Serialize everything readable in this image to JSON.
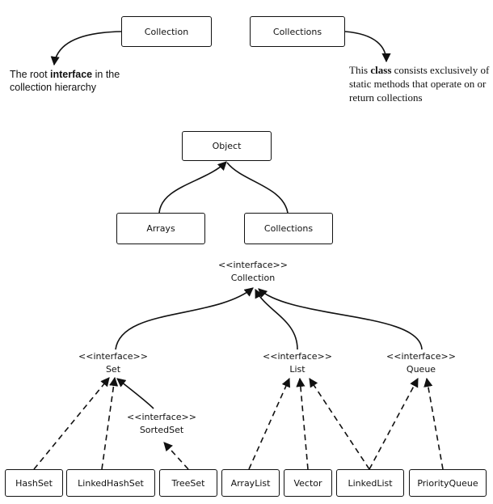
{
  "top": {
    "collection_box": "Collection",
    "collections_box": "Collections",
    "collection_note": {
      "pre": "The root ",
      "bold": "interface",
      "post": " in the collection hierarchy"
    },
    "collections_note": {
      "pre": "This ",
      "bold": "class",
      "post": " consists exclusively of static methods that operate on or return collections"
    }
  },
  "object_tree": {
    "object": "Object",
    "arrays": "Arrays",
    "collections": "Collections"
  },
  "hierarchy": {
    "stereotype": "««interface»»",
    "root": {
      "stereotype": "<<interface>>",
      "name": "Collection"
    },
    "set": {
      "stereotype": "<<interface>>",
      "name": "Set"
    },
    "list": {
      "stereotype": "<<interface>>",
      "name": "List"
    },
    "queue": {
      "stereotype": "<<interface>>",
      "name": "Queue"
    },
    "sortedset": {
      "stereotype": "<<interface>>",
      "name": "SortedSet"
    },
    "classes": [
      "HashSet",
      "LinkedHashSet",
      "TreeSet",
      "ArrayList",
      "Vector",
      "LinkedList",
      "PriorityQueue"
    ]
  }
}
